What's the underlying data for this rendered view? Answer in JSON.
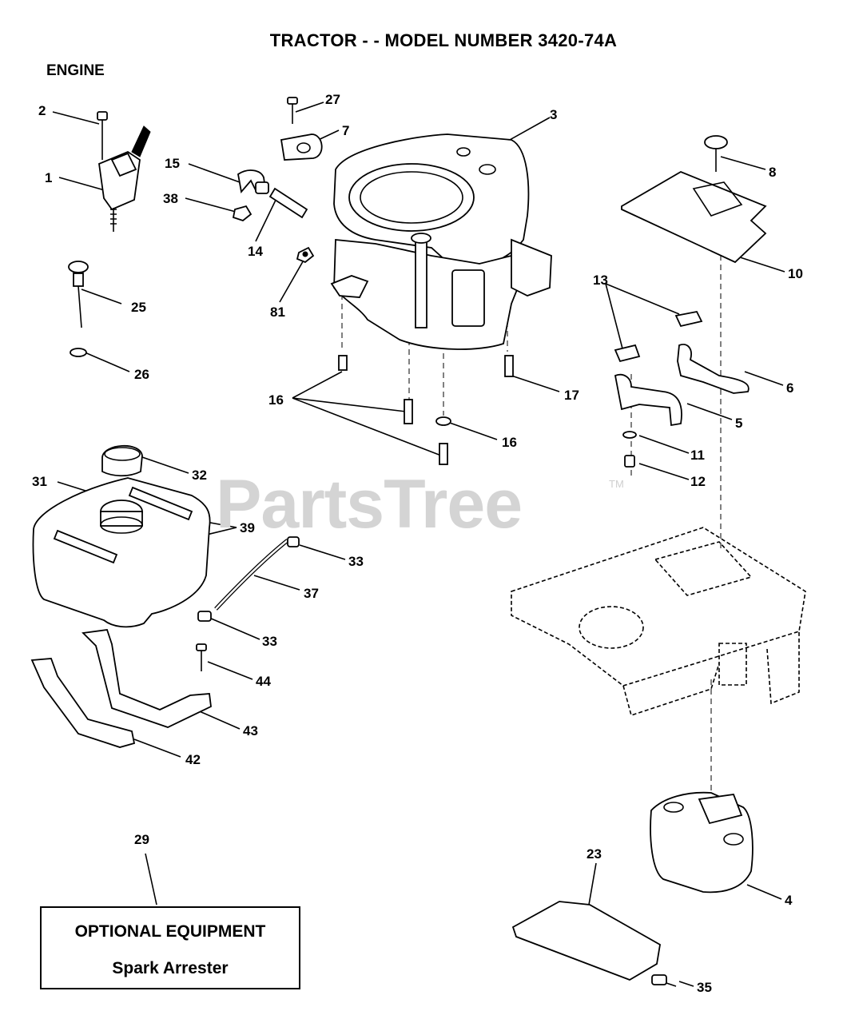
{
  "title": "TRACTOR - - MODEL NUMBER 3420-74A",
  "section": "ENGINE",
  "watermark": "PartsTree",
  "trademark": "TM",
  "optional_equipment": {
    "heading": "OPTIONAL EQUIPMENT",
    "item": "Spark Arrester"
  },
  "callouts": [
    "1",
    "2",
    "3",
    "4",
    "5",
    "6",
    "7",
    "8",
    "10",
    "11",
    "12",
    "13",
    "14",
    "15",
    "16",
    "17",
    "17",
    "23",
    "25",
    "26",
    "27",
    "29",
    "31",
    "32",
    "33",
    "33",
    "35",
    "37",
    "38",
    "39",
    "42",
    "43",
    "44",
    "81"
  ]
}
